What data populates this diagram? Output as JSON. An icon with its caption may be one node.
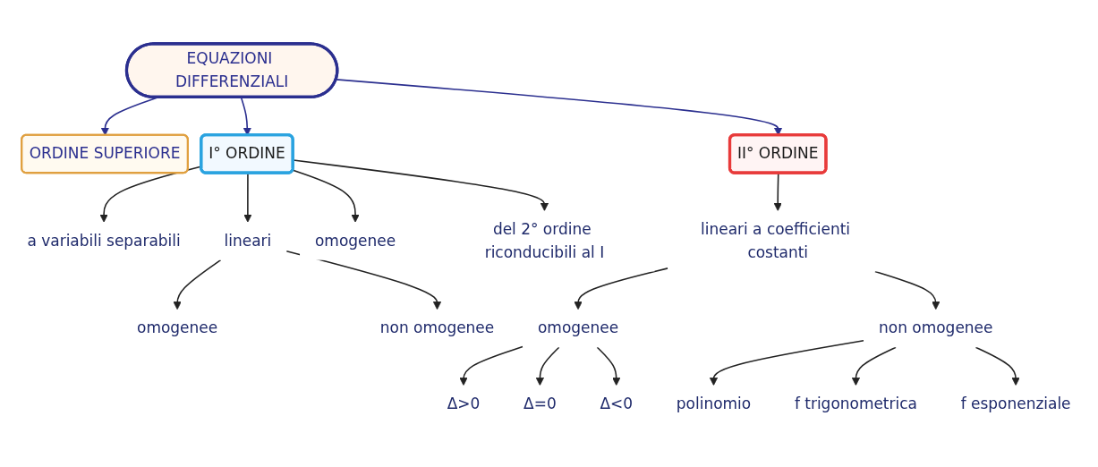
{
  "diagram": {
    "nodes": [
      {
        "text": [
          "EQUAZIONI DIFFERENZIALI"
        ]
      },
      {
        "text": [
          "ORDINE SUPERIORE"
        ]
      },
      {
        "text": [
          "I° ORDINE"
        ]
      },
      {
        "text": [
          "II° ORDINE"
        ]
      },
      {
        "text": [
          "a variabili separabili"
        ]
      },
      {
        "text": [
          "lineari"
        ]
      },
      {
        "text": [
          "omogenee"
        ]
      },
      {
        "text": [
          "non omogenee"
        ]
      },
      {
        "text": [
          "omogenee"
        ]
      },
      {
        "text": [
          "del 2° ordine riconducibili al I"
        ]
      },
      {
        "text": [
          "lineari a coefficienti costanti"
        ]
      },
      {
        "text": [
          "omogenee"
        ]
      },
      {
        "text": [
          "Δ>0"
        ]
      },
      {
        "text": [
          "Δ=0"
        ]
      },
      {
        "text": [
          "Δ<0"
        ]
      },
      {
        "text": [
          "non omogenee"
        ]
      },
      {
        "text": [
          "polinomio"
        ]
      },
      {
        "text": [
          "f trigonometrica"
        ]
      },
      {
        "text": [
          "f esponenziale"
        ]
      }
    ],
    "edges": [
      {
        "from": 0,
        "to": 1,
        "arrow": "to",
        "color": "#2b2f8f"
      },
      {
        "from": 0,
        "to": 2,
        "arrow": "to",
        "color": "#2b2f8f"
      },
      {
        "from": 0,
        "to": 3,
        "arrow": "to",
        "color": "#2b2f8f"
      },
      {
        "from": 2,
        "to": 4,
        "arrow": "to"
      },
      {
        "from": 2,
        "to": 5,
        "arrow": "to"
      },
      {
        "from": 2,
        "to": 8,
        "arrow": "to"
      },
      {
        "from": 2,
        "to": 9,
        "arrow": "to"
      },
      {
        "from": 5,
        "to": 6,
        "arrow": "to"
      },
      {
        "from": 5,
        "to": 7,
        "arrow": "to"
      },
      {
        "from": 3,
        "to": 10,
        "arrow": "to"
      },
      {
        "from": 10,
        "to": 11,
        "arrow": "to"
      },
      {
        "from": 10,
        "to": 15,
        "arrow": "to"
      },
      {
        "from": 11,
        "to": 12,
        "arrow": "to"
      },
      {
        "from": 11,
        "to": 13,
        "arrow": "to"
      },
      {
        "from": 11,
        "to": 14,
        "arrow": "to"
      },
      {
        "from": 15,
        "to": 16,
        "arrow": "to"
      },
      {
        "from": 15,
        "to": 17,
        "arrow": "to"
      },
      {
        "from": 15,
        "to": 18,
        "arrow": "to"
      }
    ]
  }
}
